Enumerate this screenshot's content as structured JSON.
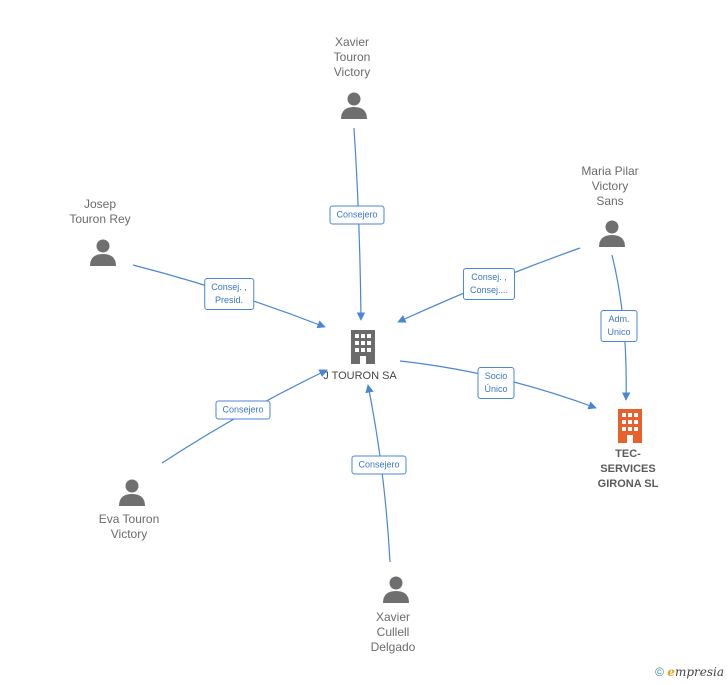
{
  "diagram": {
    "colors": {
      "edge": "#4a86d4",
      "person_icon": "#6f6f6f",
      "main_company_icon": "#6b6b6b",
      "target_company_icon": "#e8612c"
    },
    "main_company": {
      "name": "J TOURON SA",
      "icon": "building-icon"
    },
    "target_company": {
      "name_lines": [
        "TEC-",
        "SERVICES",
        "GIRONA SL"
      ],
      "icon": "building-icon"
    },
    "people": [
      {
        "id": "xavier-touron",
        "name_lines": [
          "Xavier",
          "Touron",
          "Victory"
        ],
        "icon": "person-icon"
      },
      {
        "id": "josep-touron",
        "name_lines": [
          "Josep",
          "Touron Rey"
        ],
        "icon": "person-icon"
      },
      {
        "id": "maria-pilar",
        "name_lines": [
          "Maria Pilar",
          "Victory",
          "Sans"
        ],
        "icon": "person-icon"
      },
      {
        "id": "eva-touron",
        "name_lines": [
          "Eva Touron",
          "Victory"
        ],
        "icon": "person-icon"
      },
      {
        "id": "xavier-cullell",
        "name_lines": [
          "Xavier",
          "Cullell",
          "Delgado"
        ],
        "icon": "person-icon"
      }
    ],
    "edges": [
      {
        "id": "xavier-touron-main",
        "label_lines": [
          "Consejero"
        ]
      },
      {
        "id": "josep-main",
        "label_lines": [
          "Consej. ,",
          "Presid."
        ]
      },
      {
        "id": "maria-main",
        "label_lines": [
          "Consej. ,",
          "Consej...."
        ]
      },
      {
        "id": "maria-target",
        "label_lines": [
          "Adm.",
          "Unico"
        ]
      },
      {
        "id": "main-target",
        "label_lines": [
          "Socio",
          "Único"
        ]
      },
      {
        "id": "eva-main",
        "label_lines": [
          "Consejero"
        ]
      },
      {
        "id": "cullell-main",
        "label_lines": [
          "Consejero"
        ]
      }
    ]
  },
  "footer": {
    "copyright_symbol": "©",
    "brand_initial": "e",
    "brand_rest": "mpresia"
  }
}
